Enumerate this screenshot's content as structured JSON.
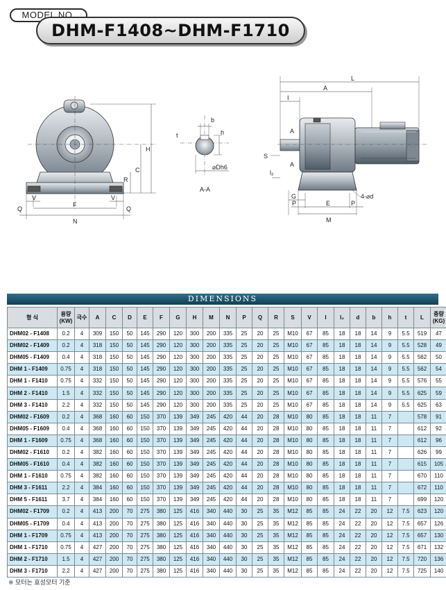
{
  "header": {
    "model_label": "MODEL NO.",
    "title": "DHM-F1408~DHM-F1710"
  },
  "drawing": {
    "front_labels": [
      "H",
      "C",
      "R",
      "Q",
      "V",
      "F",
      "V",
      "Q",
      "N"
    ],
    "section_labels": {
      "b": "b",
      "t": "t",
      "h": "h",
      "dh6": "⌀Dh6",
      "caption": "A-A"
    },
    "side_labels": {
      "L": "L",
      "A": "A",
      "I": "I",
      "S": "S",
      "A1": "A",
      "A2": "A",
      "l2": "l₂",
      "G": "G",
      "P1": "P",
      "E": "E",
      "P2": "P",
      "M": "M",
      "bolt": "4-⌀d"
    }
  },
  "dimensions": {
    "banner": "DIMENSIONS",
    "headers": [
      "형 식",
      "용량\n(KW)",
      "극수",
      "A",
      "C",
      "D",
      "E",
      "F",
      "G",
      "H",
      "M",
      "N",
      "P",
      "Q",
      "R",
      "S",
      "V",
      "I",
      "l₂",
      "d",
      "b",
      "h",
      "t",
      "L",
      "중량\n(KG)"
    ],
    "rows": [
      [
        "DHM02 - F1408",
        "0.2",
        "4",
        "309",
        "150",
        "50",
        "145",
        "290",
        "120",
        "300",
        "200",
        "335",
        "25",
        "20",
        "25",
        "M10",
        "67",
        "85",
        "18",
        "18",
        "14",
        "9",
        "5.5",
        "519",
        "47"
      ],
      [
        "DHM02 - F1409",
        "0.2",
        "4",
        "318",
        "150",
        "50",
        "145",
        "290",
        "120",
        "300",
        "200",
        "335",
        "25",
        "20",
        "25",
        "M10",
        "67",
        "85",
        "18",
        "18",
        "14",
        "9",
        "5.5",
        "528",
        "49"
      ],
      [
        "DHM05 - F1409",
        "0.4",
        "4",
        "318",
        "150",
        "50",
        "145",
        "290",
        "120",
        "300",
        "200",
        "335",
        "25",
        "20",
        "25",
        "M10",
        "67",
        "85",
        "18",
        "18",
        "14",
        "9",
        "5.5",
        "562",
        "50"
      ],
      [
        "DHM 1 - F1409",
        "0.75",
        "4",
        "318",
        "150",
        "50",
        "145",
        "290",
        "120",
        "300",
        "200",
        "335",
        "25",
        "20",
        "25",
        "M10",
        "67",
        "85",
        "18",
        "18",
        "14",
        "9",
        "5.5",
        "562",
        "54"
      ],
      [
        "DHM 1 - F1410",
        "0.75",
        "4",
        "332",
        "150",
        "50",
        "145",
        "290",
        "120",
        "300",
        "200",
        "335",
        "25",
        "20",
        "25",
        "M10",
        "67",
        "85",
        "18",
        "18",
        "14",
        "9",
        "5.5",
        "576",
        "55"
      ],
      [
        "DHM 2 - F1410",
        "1.5",
        "4",
        "332",
        "150",
        "50",
        "145",
        "290",
        "120",
        "300",
        "200",
        "335",
        "25",
        "20",
        "25",
        "M10",
        "67",
        "85",
        "18",
        "18",
        "14",
        "9",
        "5.5",
        "625",
        "59"
      ],
      [
        "DHM 3 - F1410",
        "2.2",
        "4",
        "332",
        "150",
        "50",
        "145",
        "290",
        "120",
        "300",
        "200",
        "335",
        "25",
        "20",
        "25",
        "M10",
        "67",
        "85",
        "18",
        "18",
        "14",
        "9",
        "5.5",
        "625",
        "63"
      ],
      [
        "DHM02 - F1609",
        "0.2",
        "4",
        "368",
        "160",
        "60",
        "150",
        "370",
        "139",
        "349",
        "245",
        "420",
        "44",
        "20",
        "28",
        "M10",
        "80",
        "85",
        "18",
        "18",
        "11",
        "7",
        "",
        "578",
        "91"
      ],
      [
        "DHM05 - F1609",
        "0.4",
        "4",
        "368",
        "160",
        "60",
        "150",
        "370",
        "139",
        "349",
        "245",
        "420",
        "44",
        "20",
        "28",
        "M10",
        "80",
        "85",
        "18",
        "18",
        "11",
        "7",
        "",
        "612",
        "92"
      ],
      [
        "DHM 1 - F1609",
        "0.75",
        "4",
        "368",
        "160",
        "60",
        "150",
        "370",
        "139",
        "349",
        "245",
        "420",
        "44",
        "20",
        "28",
        "M10",
        "80",
        "85",
        "18",
        "18",
        "11",
        "7",
        "",
        "612",
        "96"
      ],
      [
        "DHM02 - F1610",
        "0.2",
        "4",
        "382",
        "160",
        "60",
        "150",
        "370",
        "139",
        "349",
        "245",
        "420",
        "44",
        "20",
        "28",
        "M10",
        "80",
        "85",
        "18",
        "18",
        "11",
        "7",
        "",
        "626",
        "99"
      ],
      [
        "DHM05 - F1610",
        "0.4",
        "4",
        "382",
        "160",
        "60",
        "150",
        "370",
        "139",
        "349",
        "245",
        "420",
        "44",
        "20",
        "28",
        "M10",
        "80",
        "85",
        "18",
        "18",
        "11",
        "7",
        "",
        "615",
        "105"
      ],
      [
        "DHM 1 - F1610",
        "0.75",
        "4",
        "382",
        "160",
        "60",
        "150",
        "370",
        "139",
        "349",
        "245",
        "420",
        "44",
        "20",
        "28",
        "M10",
        "80",
        "85",
        "18",
        "18",
        "11",
        "7",
        "",
        "670",
        "110"
      ],
      [
        "DHM 3 - F1611",
        "2.2",
        "4",
        "384",
        "160",
        "60",
        "150",
        "370",
        "139",
        "349",
        "245",
        "420",
        "44",
        "20",
        "28",
        "M10",
        "80",
        "85",
        "18",
        "18",
        "11",
        "7",
        "",
        "672",
        "110"
      ],
      [
        "DHM 5 - F1611",
        "3.7",
        "4",
        "384",
        "160",
        "60",
        "150",
        "370",
        "139",
        "349",
        "245",
        "420",
        "44",
        "20",
        "28",
        "M10",
        "80",
        "85",
        "18",
        "18",
        "11",
        "7",
        "",
        "699",
        "120"
      ],
      [
        "DHM02 - F1709",
        "0.2",
        "4",
        "413",
        "200",
        "70",
        "275",
        "380",
        "125",
        "416",
        "340",
        "440",
        "30",
        "25",
        "35",
        "M12",
        "85",
        "85",
        "24",
        "22",
        "20",
        "12",
        "7.5",
        "623",
        "120"
      ],
      [
        "DHM05 - F1709",
        "0.4",
        "4",
        "413",
        "200",
        "70",
        "275",
        "380",
        "125",
        "416",
        "340",
        "440",
        "30",
        "25",
        "35",
        "M12",
        "85",
        "85",
        "24",
        "22",
        "20",
        "12",
        "7.5",
        "657",
        "126"
      ],
      [
        "DHM 1 - F1709",
        "0.75",
        "4",
        "413",
        "200",
        "70",
        "275",
        "380",
        "125",
        "416",
        "340",
        "440",
        "30",
        "25",
        "35",
        "M12",
        "85",
        "85",
        "24",
        "22",
        "20",
        "12",
        "7.5",
        "657",
        "130"
      ],
      [
        "DHM 1 - F1710",
        "0.75",
        "4",
        "427",
        "200",
        "70",
        "275",
        "380",
        "125",
        "416",
        "340",
        "440",
        "30",
        "25",
        "35",
        "M12",
        "85",
        "85",
        "24",
        "22",
        "20",
        "12",
        "7.5",
        "671",
        "132"
      ],
      [
        "DHM 2 - F1710",
        "1.5",
        "4",
        "427",
        "200",
        "70",
        "275",
        "380",
        "125",
        "416",
        "340",
        "440",
        "30",
        "25",
        "35",
        "M12",
        "85",
        "85",
        "24",
        "22",
        "20",
        "12",
        "7.5",
        "720",
        "136"
      ],
      [
        "DHM 3 - F1710",
        "2.2",
        "4",
        "427",
        "200",
        "70",
        "275",
        "380",
        "125",
        "416",
        "340",
        "440",
        "30",
        "25",
        "35",
        "M12",
        "85",
        "85",
        "24",
        "22",
        "20",
        "12",
        "7.5",
        "725",
        "140"
      ]
    ],
    "highlight_rows": [
      1,
      3,
      5,
      7,
      9,
      11,
      13,
      15,
      17,
      19
    ],
    "footnote": "※ 모터는 효성모터 기준"
  }
}
